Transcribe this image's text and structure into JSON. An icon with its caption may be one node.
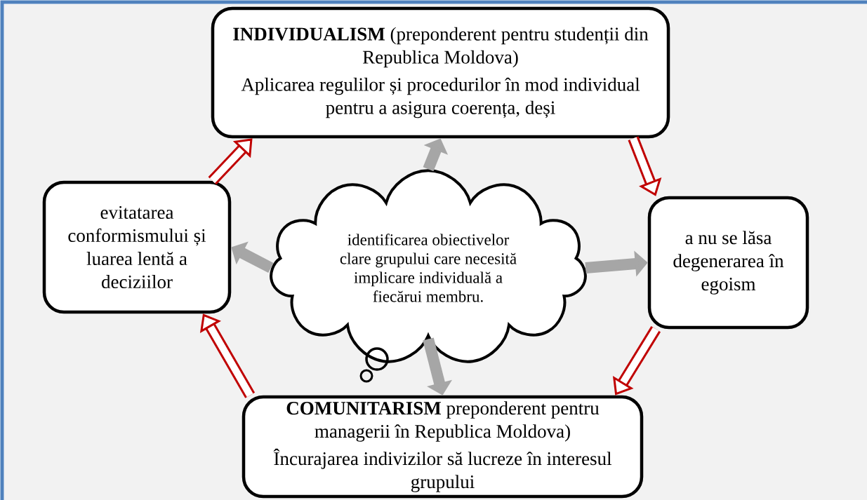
{
  "diagram": {
    "nodes": [
      {
        "text": [
          "**INDIVIDUALISM** (preponderent pentru studenții din Republica Moldova)",
          "Aplicarea regulilor și procedurilor în mod individual pentru a asigura coerența, deși"
        ]
      },
      {
        "text": [
          "evitatarea conformismului și luarea lentă a deciziilor"
        ]
      },
      {
        "text": [
          "identificarea obiectivelor clare grupului care necesită implicare individuală a fiecărui membru."
        ]
      },
      {
        "text": [
          "a nu se lăsa degenerarea în egoism"
        ]
      },
      {
        "text": [
          "**COMUNITARISM** preponderent pentru managerii în Republica Moldova)",
          "Încurajarea indivizilor să lucreze în interesul grupului"
        ]
      }
    ],
    "edges": [
      {
        "from": 1,
        "to": 0,
        "arrow": "to",
        "color": "#c00000"
      },
      {
        "from": 0,
        "to": 3,
        "arrow": "to",
        "color": "#c00000"
      },
      {
        "from": 3,
        "to": 4,
        "arrow": "to",
        "color": "#c00000"
      },
      {
        "from": 4,
        "to": 1,
        "arrow": "to",
        "color": "#c00000"
      },
      {
        "from": 2,
        "to": 0,
        "arrow": "to",
        "color": "#a6a6a6"
      },
      {
        "from": 2,
        "to": 1,
        "arrow": "to",
        "color": "#a6a6a6"
      },
      {
        "from": 2,
        "to": 3,
        "arrow": "to",
        "color": "#a6a6a6"
      },
      {
        "from": 2,
        "to": 4,
        "arrow": "to",
        "color": "#a6a6a6"
      }
    ]
  }
}
